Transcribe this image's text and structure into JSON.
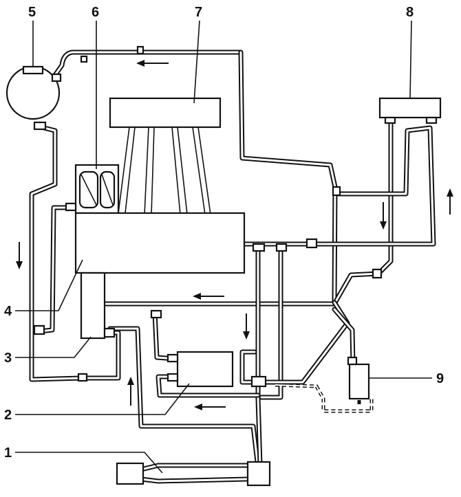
{
  "labels": {
    "l1": "1",
    "l2": "2",
    "l3": "3",
    "l4": "4",
    "l5": "5",
    "l6": "6",
    "l7": "7",
    "l8": "8",
    "l9": "9"
  },
  "icons": {
    "flow_arrow": "flow-arrow-icon"
  }
}
